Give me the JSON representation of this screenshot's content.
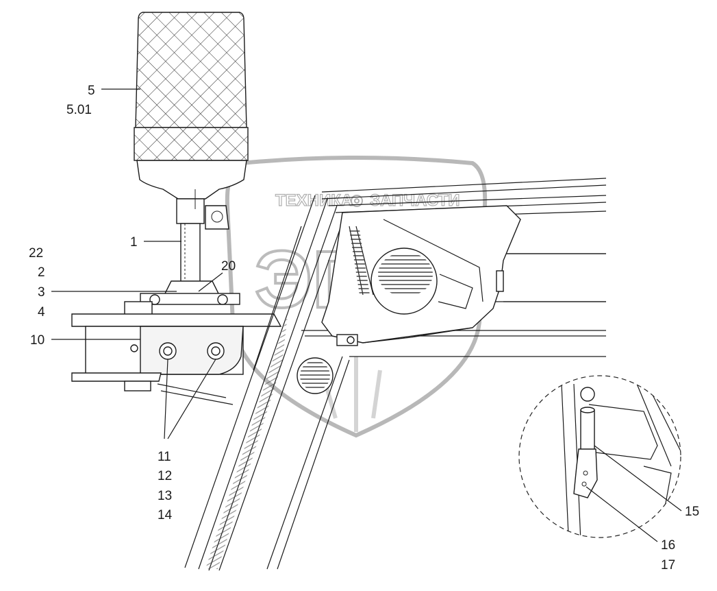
{
  "watermark": {
    "text_left": "ТЕХНИКА",
    "text_right": "ЗАПЧАСТИ",
    "emblem": "gear-icon",
    "big_letters": "ЭПФ"
  },
  "callouts": [
    {
      "id": "c-5",
      "text": "5"
    },
    {
      "id": "c-5-01",
      "text": "5.01"
    },
    {
      "id": "c-1",
      "text": "1"
    },
    {
      "id": "c-22",
      "text": "22"
    },
    {
      "id": "c-2",
      "text": "2"
    },
    {
      "id": "c-3",
      "text": "3"
    },
    {
      "id": "c-4",
      "text": "4"
    },
    {
      "id": "c-20",
      "text": "20"
    },
    {
      "id": "c-10",
      "text": "10"
    },
    {
      "id": "c-11",
      "text": "11"
    },
    {
      "id": "c-12",
      "text": "12"
    },
    {
      "id": "c-13",
      "text": "13"
    },
    {
      "id": "c-14",
      "text": "14"
    },
    {
      "id": "c-15",
      "text": "15"
    },
    {
      "id": "c-16",
      "text": "16"
    },
    {
      "id": "c-17",
      "text": "17"
    }
  ],
  "colors": {
    "line": "#1a1a1a",
    "watermark": "#b8b8b8",
    "background": "#ffffff"
  }
}
